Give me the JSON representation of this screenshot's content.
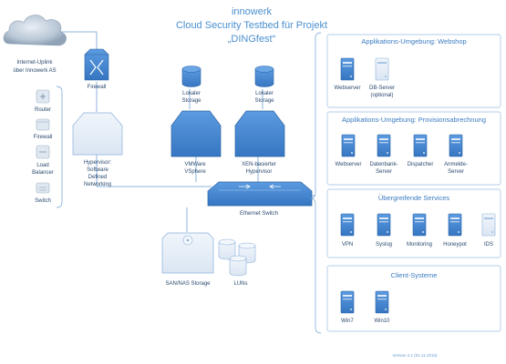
{
  "title": {
    "line1": "innowerk",
    "line2": "Cloud Security Testbed für Projekt",
    "line3": "„DINGfest“"
  },
  "cloud": {
    "label_line1": "Internet-Uplink",
    "label_line2": "über Innowerk AS"
  },
  "firewall": {
    "label": "Firewall"
  },
  "legend": {
    "items": [
      {
        "icon": "router-icon",
        "label": "Router"
      },
      {
        "icon": "firewall-icon",
        "label": "Firewall"
      },
      {
        "icon": "load-balancer-icon",
        "label_line1": "Load",
        "label_line2": "Balancer"
      },
      {
        "icon": "switch-icon",
        "label": "Switch"
      }
    ]
  },
  "hypervisors": {
    "sdn": {
      "line1": "Hypervisor:",
      "line2": "Software",
      "line3": "Defined",
      "line4": "Networking"
    },
    "vmware": {
      "line1": "VMWare",
      "line2": "VSphere",
      "storage_line1": "Lokaler",
      "storage_line2": "Storage"
    },
    "xen": {
      "line1": "XEN-basierter",
      "line2": "Hypervisor",
      "storage_line1": "Lokaler",
      "storage_line2": "Storage"
    }
  },
  "switch": {
    "label": "Ethernet Switch"
  },
  "san": {
    "label": "SAN/NAS Storage"
  },
  "luns": {
    "label": "LUNs"
  },
  "panels": [
    {
      "title": "Applikations-Umgebung: Webshop",
      "servers": [
        {
          "line1": "Webserver",
          "line2": "",
          "line3": ""
        },
        {
          "line1": "DB-Server",
          "line2": "(optional)",
          "line3": ""
        }
      ]
    },
    {
      "title": "Applikations-Umgebung: Provisionsabrechnung",
      "servers": [
        {
          "line1": "Webserver",
          "line2": "",
          "line3": ""
        },
        {
          "line1": "Datenbank-",
          "line2": "Server",
          "line3": ""
        },
        {
          "line1": "Dispatcher",
          "line2": "",
          "line3": ""
        },
        {
          "line1": "Anmelde-",
          "line2": "Server",
          "line3": ""
        }
      ]
    },
    {
      "title": "Übergreifende Services",
      "servers": [
        {
          "line1": "VPN"
        },
        {
          "line1": "Syslog"
        },
        {
          "line1": "Monitoring"
        },
        {
          "line1": "Honeypot"
        },
        {
          "line1": "IDS"
        }
      ]
    },
    {
      "title": "Client-Systeme",
      "servers": [
        {
          "line1": "Win7"
        },
        {
          "line1": "Win10"
        }
      ]
    }
  ],
  "version": "Version 2.1 (01.11.2016)",
  "colors": {
    "primary": "#4a8ad4",
    "primary_dark": "#2e6db3",
    "light_fill": "#e6eef8",
    "outline": "#7aa7d8"
  }
}
